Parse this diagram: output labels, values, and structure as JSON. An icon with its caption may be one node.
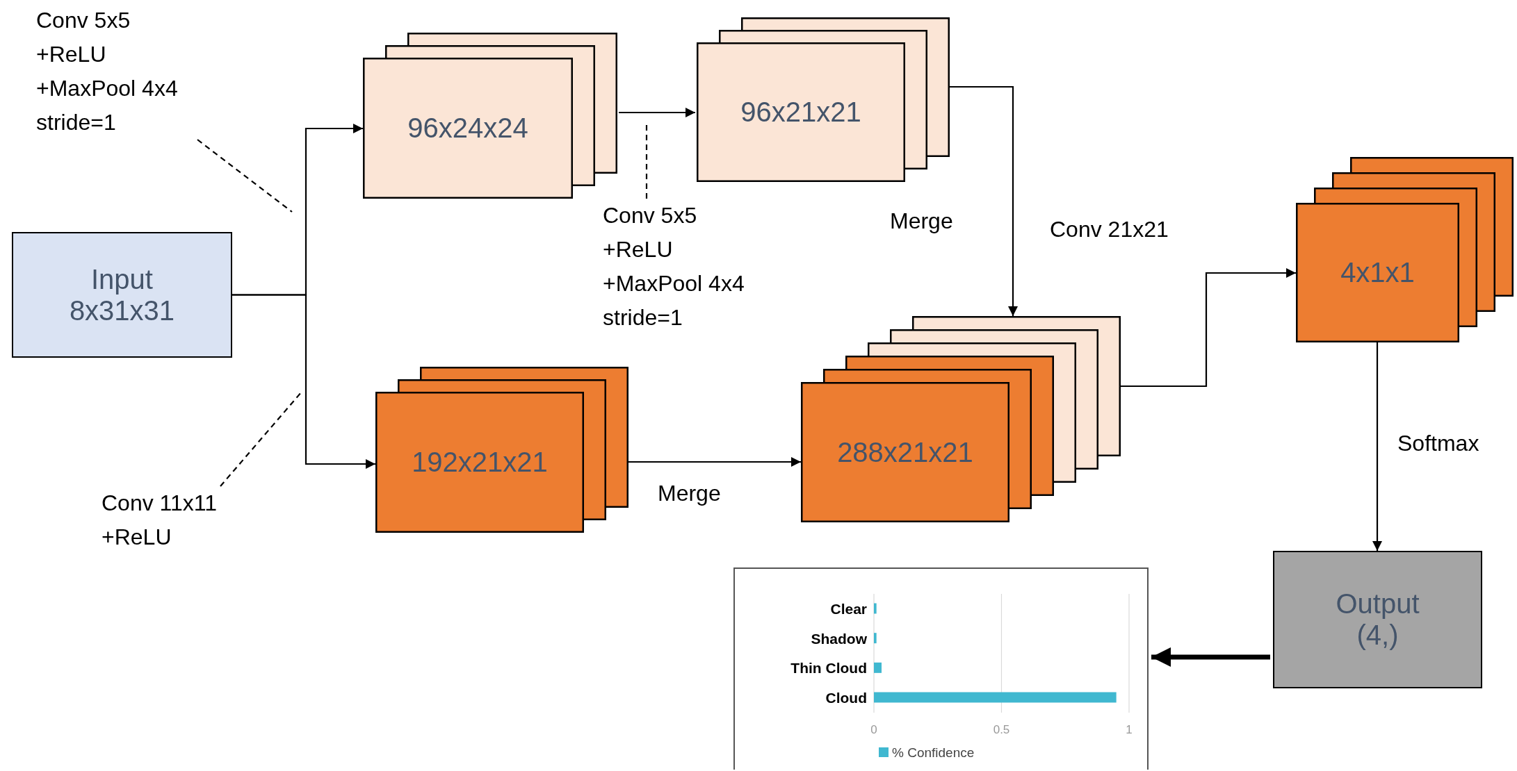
{
  "diagram": {
    "nodes": [
      {
        "text": [
          "Conv 5x5 +ReLU +MaxPool 4x4 stride=1"
        ]
      },
      {
        "text": [
          "96x24x24"
        ]
      },
      {
        "text": [
          "96x21x21"
        ]
      },
      {
        "text": [
          "Input 8x31x31"
        ]
      },
      {
        "text": [
          "Conv 5x5 +ReLU +MaxPool 4x4 stride=1"
        ]
      },
      {
        "text": [
          "192x21x21"
        ]
      },
      {
        "text": [
          "Conv 11x11 +ReLU"
        ]
      },
      {
        "text": [
          "288x21x21"
        ]
      },
      {
        "text": [
          "4x1x1"
        ]
      },
      {
        "text": [
          "Output (4,)"
        ]
      },
      {
        "text": [],
        "shape": "box"
      }
    ],
    "edges": [
      {
        "from": 3,
        "to": 1,
        "arrow": "to"
      },
      {
        "from": 3,
        "to": 5,
        "arrow": "to"
      },
      {
        "from": 1,
        "to": 2,
        "arrow": "to"
      },
      {
        "from": 2,
        "to": 7,
        "arrow": "to"
      },
      {
        "from": 5,
        "to": 7,
        "arrow": "to"
      },
      {
        "from": 7,
        "to": 8,
        "arrow": "to"
      },
      {
        "from": 8,
        "to": 9,
        "arrow": "to"
      },
      {
        "from": 9,
        "to": 10,
        "arrow": "to",
        "style": "thick"
      },
      {
        "from": 0,
        "to": null,
        "arrow": "none",
        "style": "dashed"
      },
      {
        "from": 4,
        "to": null,
        "arrow": "none",
        "style": "dashed"
      },
      {
        "from": 6,
        "to": null,
        "arrow": "none",
        "style": "dashed"
      }
    ],
    "labels": [
      "Merge",
      "Conv 21x21",
      "Merge",
      "Softmax"
    ],
    "chart_data": {
      "type": "bar",
      "orientation": "horizontal",
      "categories": [
        "Clear",
        "Shadow",
        "Thin Cloud",
        "Cloud"
      ],
      "series": [
        {
          "name": "% Confidence",
          "color": "#40b8d0",
          "values": [
            0.01,
            0.01,
            0.03,
            0.95
          ]
        }
      ],
      "xlim": [
        0,
        1
      ],
      "xticks": [
        0,
        0.5,
        1
      ]
    }
  }
}
